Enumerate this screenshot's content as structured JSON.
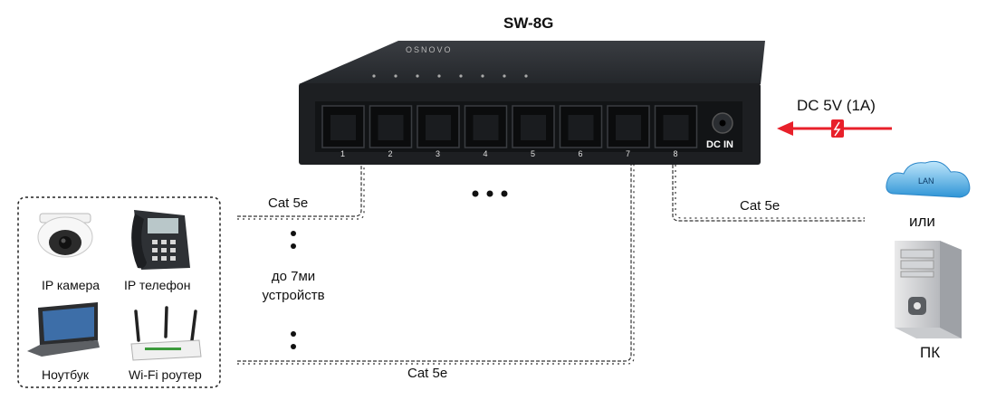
{
  "title": "SW-8G",
  "power": {
    "label": "DC 5V (1A)",
    "jack_label": "DC IN"
  },
  "switch": {
    "brand": "OSNOVO",
    "ports": [
      "1",
      "2",
      "3",
      "4",
      "5",
      "6",
      "7",
      "8"
    ],
    "colors": {
      "body": "#1d1f22",
      "port": "#0b0c0d",
      "arrow": "#e8202a"
    }
  },
  "cables": {
    "top": "Cat 5e",
    "bottom": "Cat 5e",
    "right": "Cat 5e"
  },
  "devices_box": {
    "items": [
      {
        "label": "IP камера",
        "icon": "dome-camera-icon"
      },
      {
        "label": "IP телефон",
        "icon": "ip-phone-icon"
      },
      {
        "label": "Ноутбук",
        "icon": "laptop-icon"
      },
      {
        "label": "Wi-Fi роутер",
        "icon": "wifi-router-icon"
      }
    ]
  },
  "count_note": "до 7ми\nустройств",
  "right_side": {
    "lan": "LAN",
    "or": "или",
    "pc": "ПК"
  }
}
